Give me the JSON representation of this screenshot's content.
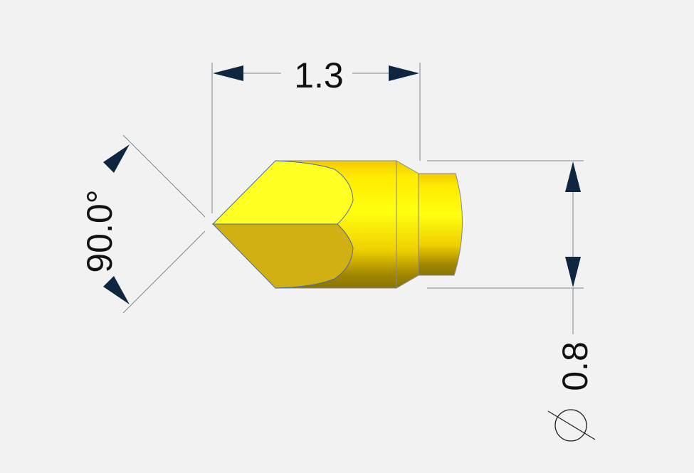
{
  "dimensions": {
    "length": "1.3",
    "angle": "90.0°",
    "diameter": "0.8",
    "diameter_symbol": "⌀"
  },
  "colors": {
    "background": "#f2f2f2",
    "part": "#ffff10",
    "part_shadow": "#d1b014",
    "dim_line": "#7a8a90",
    "arrow": "#0f2640"
  }
}
